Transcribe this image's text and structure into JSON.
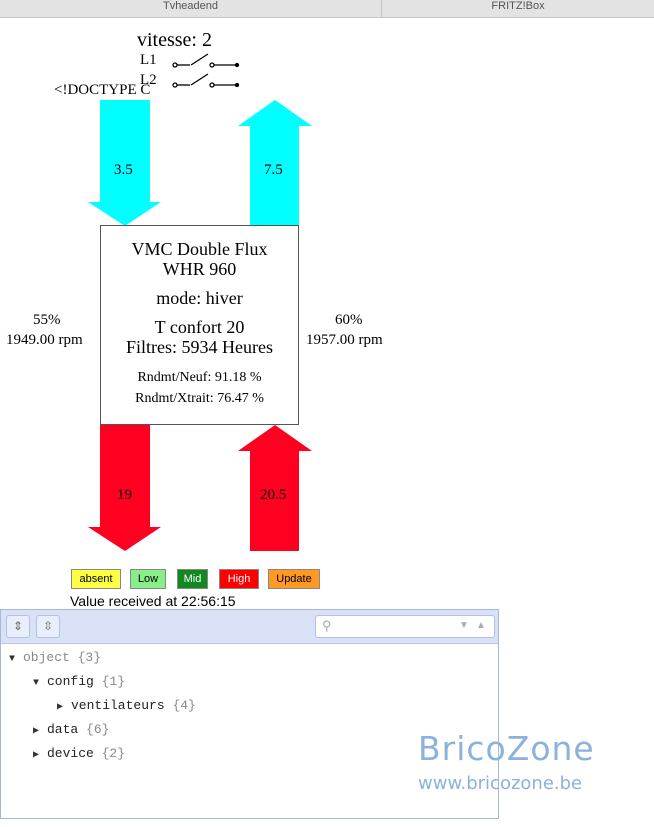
{
  "tabs": [
    "Tvheadend",
    "FRITZ!Box"
  ],
  "top": {
    "speed_label": "vitesse: 2",
    "l1": "L1",
    "l2": "L2",
    "doctype_text": "<!DOCTYPE C"
  },
  "arrows": {
    "top_left_value": "3.5",
    "top_right_value": "7.5",
    "bottom_left_value": "19",
    "bottom_right_value": "20.5",
    "colors": {
      "cyan": "#00ffff",
      "red": "#ff0020"
    }
  },
  "fans": {
    "left_pct": "55%",
    "left_rpm": "1949.00 rpm",
    "right_pct": "60%",
    "right_rpm": "1957.00 rpm"
  },
  "unit": {
    "title_line1": "VMC Double Flux",
    "title_line2": "WHR 960",
    "mode": "mode: hiver",
    "comfort": "T confort 20",
    "filters": "Filtres: 5934 Heures",
    "rndmt_neuf": "Rndmt/Neuf: 91.18 %",
    "rndmt_xtrait": "Rndmt/Xtrait: 76.47 %"
  },
  "buttons": [
    {
      "label": "absent",
      "color": "#ffff44"
    },
    {
      "label": "Low",
      "color": "#88ee88"
    },
    {
      "label": "Mid",
      "color": "#118822"
    },
    {
      "label": "High",
      "color": "#ff0000"
    },
    {
      "label": "Update",
      "color": "#ff9922"
    }
  ],
  "status": "Value received at 22:56:15",
  "json_tree": {
    "search_placeholder": "",
    "nodes": [
      {
        "key": "object",
        "count": "{3}",
        "expanded": true
      },
      {
        "key": "config",
        "count": "{1}",
        "expanded": true
      },
      {
        "key": "ventilateurs",
        "count": "{4}",
        "expanded": false
      },
      {
        "key": "data",
        "count": "{6}",
        "expanded": false
      },
      {
        "key": "device",
        "count": "{2}",
        "expanded": false
      }
    ]
  },
  "watermark": {
    "brand": "BricoZone",
    "url": "www.bricozone.be"
  }
}
